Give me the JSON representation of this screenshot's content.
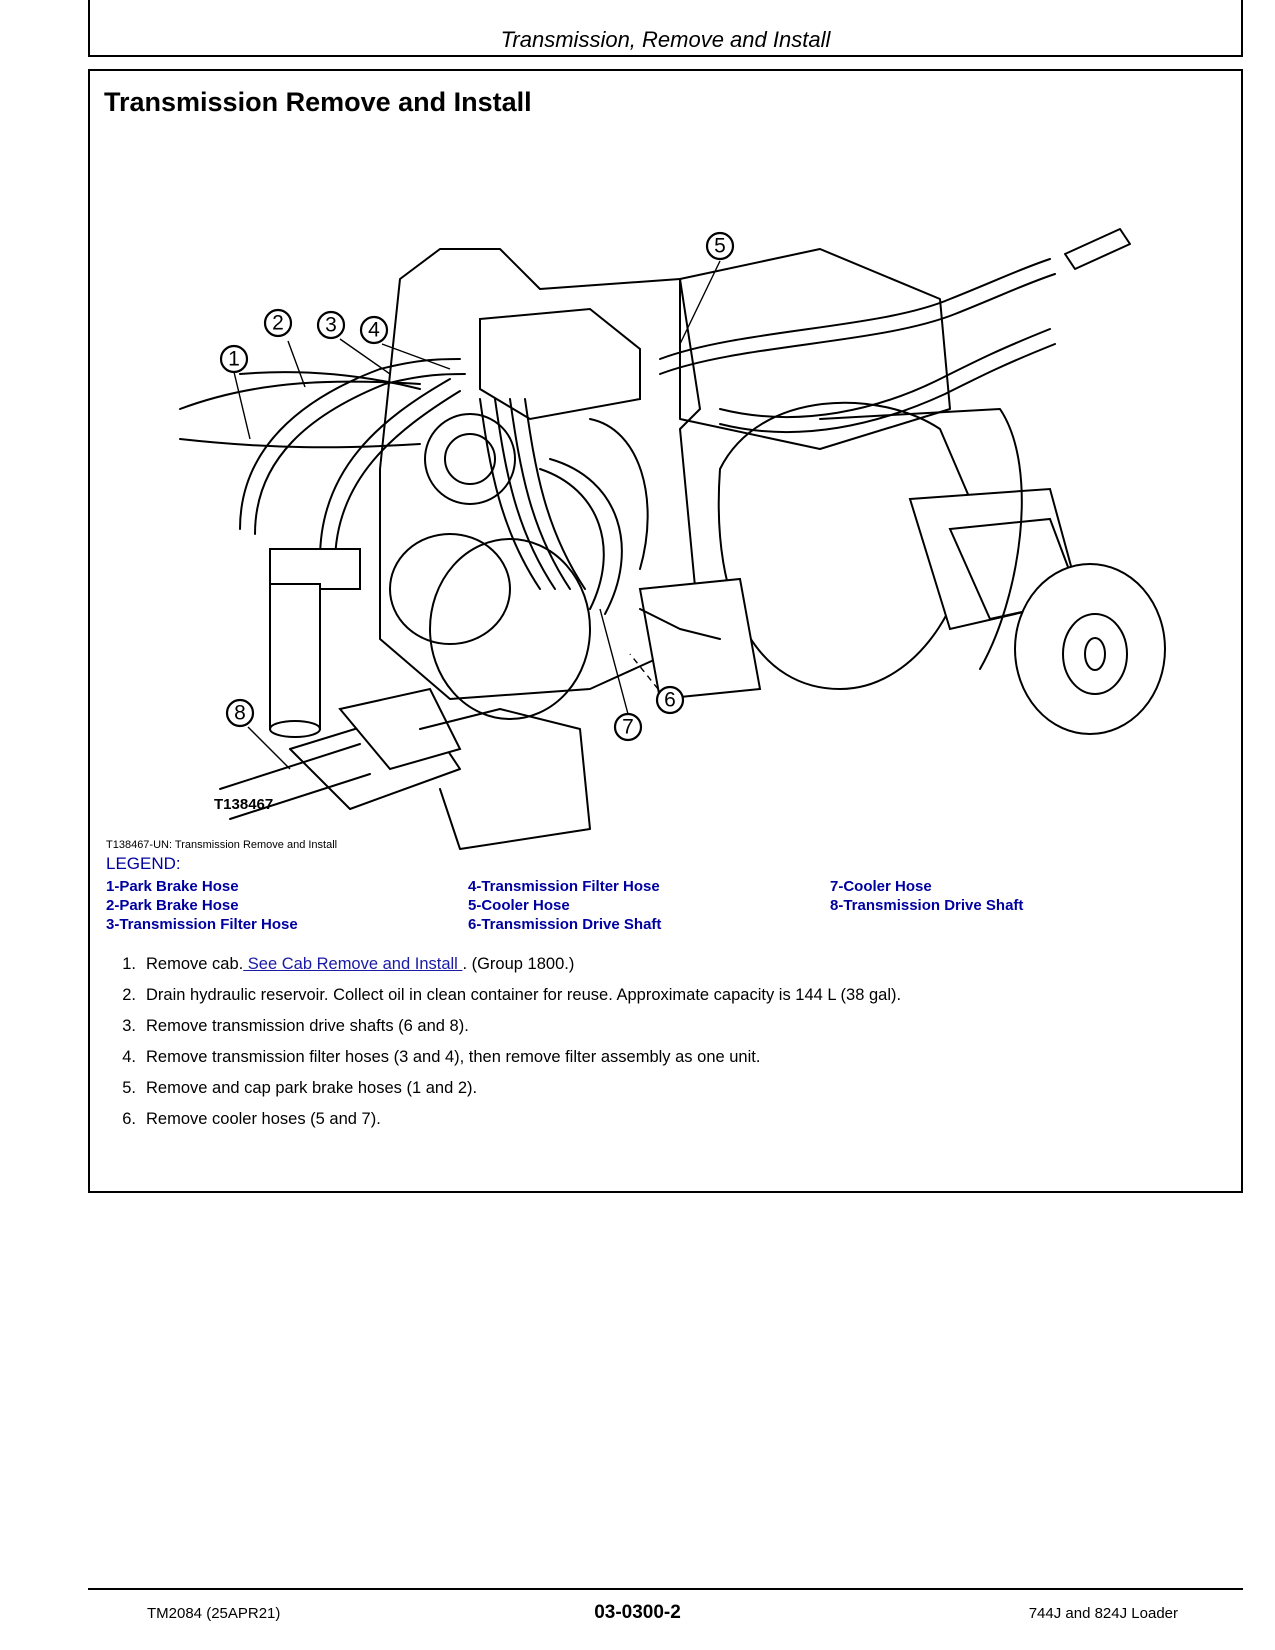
{
  "header": {
    "section_title": "Transmission, Remove and Install"
  },
  "main": {
    "title": "Transmission Remove and Install",
    "figure": {
      "id_label": "T138467",
      "caption": "T138467-UN: Transmission Remove and Install",
      "callouts": [
        "1",
        "2",
        "3",
        "4",
        "5",
        "6",
        "7",
        "8"
      ]
    },
    "legend": {
      "heading": "LEGEND:",
      "items": [
        "1-Park Brake Hose",
        "2-Park Brake Hose",
        "3-Transmission Filter Hose",
        "4-Transmission Filter Hose",
        "5-Cooler Hose",
        "6-Transmission Drive Shaft",
        "7-Cooler Hose",
        "8-Transmission Drive Shaft"
      ]
    },
    "steps": [
      {
        "num": "1.",
        "before": "Remove cab.",
        "link": " See Cab Remove and Install ",
        "after": ". (Group 1800.)"
      },
      {
        "num": "2.",
        "text": "Drain hydraulic reservoir. Collect oil in clean container for reuse. Approximate capacity is 144 L (38 gal)."
      },
      {
        "num": "3.",
        "text": "Remove transmission drive shafts (6 and 8)."
      },
      {
        "num": "4.",
        "text": "Remove transmission filter hoses (3 and 4), then remove filter assembly as one unit."
      },
      {
        "num": "5.",
        "text": "Remove and cap park brake hoses (1 and 2)."
      },
      {
        "num": "6.",
        "text": "Remove cooler hoses (5 and 7)."
      }
    ]
  },
  "footer": {
    "left": "TM2084 (25APR21)",
    "center": "03-0300-2",
    "right": "744J and 824J Loader"
  }
}
